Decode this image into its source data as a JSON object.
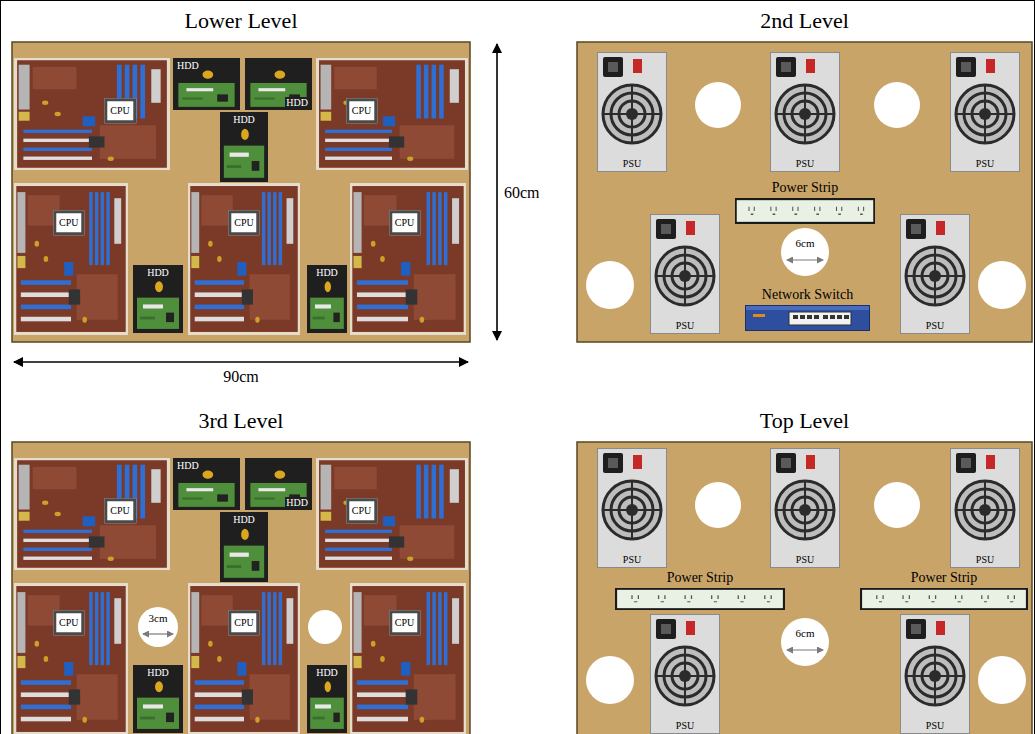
{
  "diagram": {
    "nodes": [
      {
        "text": [
          "Lower Level"
        ]
      },
      {
        "text": [
          "CPU"
        ],
        "in": 0
      },
      {
        "text": [
          "HDD"
        ],
        "in": 0
      },
      {
        "text": [
          "HDD"
        ],
        "in": 0
      },
      {
        "text": [
          "CPU"
        ],
        "in": 0
      },
      {
        "text": [
          "HDD"
        ],
        "in": 0
      },
      {
        "text": [
          "CPU"
        ],
        "in": 0
      },
      {
        "text": [
          "HDD"
        ],
        "in": 0
      },
      {
        "text": [
          "CPU"
        ],
        "in": 0
      },
      {
        "text": [
          "HDD"
        ],
        "in": 0
      },
      {
        "text": [
          "CPU"
        ],
        "in": 0
      },
      {
        "text": [
          "2nd Level"
        ]
      },
      {
        "text": [
          "PSU"
        ],
        "in": 11
      },
      {
        "text": [
          "PSU"
        ],
        "in": 11
      },
      {
        "text": [
          "PSU"
        ],
        "in": 11
      },
      {
        "text": [
          "Power Strip"
        ],
        "in": 11
      },
      {
        "text": [
          "PSU"
        ],
        "in": 11
      },
      {
        "text": [
          "6cm"
        ],
        "in": 11
      },
      {
        "text": [
          "PSU"
        ],
        "in": 11
      },
      {
        "text": [
          "Network Switch"
        ],
        "in": 11
      },
      {
        "text": [
          "3rd Level"
        ]
      },
      {
        "text": [
          "CPU"
        ],
        "in": 20
      },
      {
        "text": [
          "HDD"
        ],
        "in": 20
      },
      {
        "text": [
          "HDD"
        ],
        "in": 20
      },
      {
        "text": [
          "CPU"
        ],
        "in": 20
      },
      {
        "text": [
          "HDD"
        ],
        "in": 20
      },
      {
        "text": [
          "CPU"
        ],
        "in": 20
      },
      {
        "text": [
          "3cm"
        ],
        "in": 20
      },
      {
        "text": [
          "HDD"
        ],
        "in": 20
      },
      {
        "text": [
          "CPU"
        ],
        "in": 20
      },
      {
        "text": [
          "HDD"
        ],
        "in": 20
      },
      {
        "text": [
          "CPU"
        ],
        "in": 20
      },
      {
        "text": [
          "Top Level"
        ]
      },
      {
        "text": [
          "PSU"
        ],
        "in": 32
      },
      {
        "text": [
          "PSU"
        ],
        "in": 32
      },
      {
        "text": [
          "PSU"
        ],
        "in": 32
      },
      {
        "text": [
          "Power Strip"
        ],
        "in": 32
      },
      {
        "text": [
          "Power Strip"
        ],
        "in": 32
      },
      {
        "text": [
          "PSU"
        ],
        "in": 32
      },
      {
        "text": [
          "6cm"
        ],
        "in": 32
      },
      {
        "text": [
          "PSU"
        ],
        "in": 32
      }
    ],
    "labels": [
      "60cm",
      "90cm"
    ]
  }
}
